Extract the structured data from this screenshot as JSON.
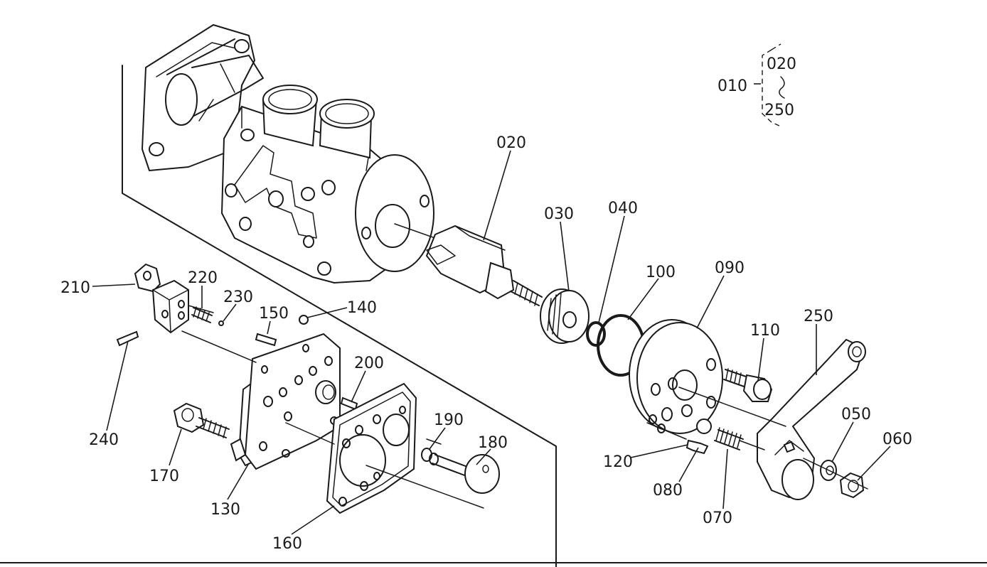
{
  "callouts": [
    {
      "id": "010",
      "text": "010"
    },
    {
      "id": "020-bracket",
      "text": "020"
    },
    {
      "id": "250-bracket",
      "text": "250"
    },
    {
      "id": "020",
      "text": "020"
    },
    {
      "id": "030",
      "text": "030"
    },
    {
      "id": "040",
      "text": "040"
    },
    {
      "id": "100",
      "text": "100"
    },
    {
      "id": "090",
      "text": "090"
    },
    {
      "id": "110",
      "text": "110"
    },
    {
      "id": "250",
      "text": "250"
    },
    {
      "id": "050",
      "text": "050"
    },
    {
      "id": "060",
      "text": "060"
    },
    {
      "id": "120",
      "text": "120"
    },
    {
      "id": "080",
      "text": "080"
    },
    {
      "id": "070",
      "text": "070"
    },
    {
      "id": "210",
      "text": "210"
    },
    {
      "id": "220",
      "text": "220"
    },
    {
      "id": "230",
      "text": "230"
    },
    {
      "id": "150",
      "text": "150"
    },
    {
      "id": "140",
      "text": "140"
    },
    {
      "id": "200",
      "text": "200"
    },
    {
      "id": "190",
      "text": "190"
    },
    {
      "id": "180",
      "text": "180"
    },
    {
      "id": "240",
      "text": "240"
    },
    {
      "id": "170",
      "text": "170"
    },
    {
      "id": "130",
      "text": "130"
    },
    {
      "id": "160",
      "text": "160"
    }
  ],
  "icons": {
    "main-body": "pump-housing-drawing",
    "shaft": "shaft-drawing",
    "lever": "lever-arm-drawing"
  }
}
